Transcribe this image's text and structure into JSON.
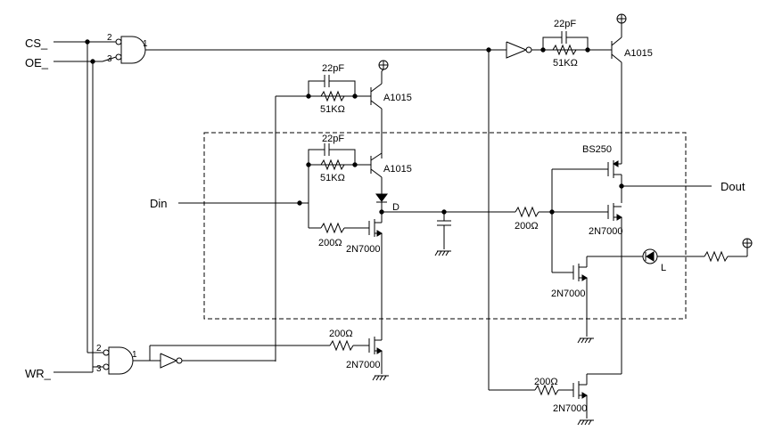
{
  "signals": {
    "cs": "CS_",
    "oe": "OE_",
    "wr": "WR_",
    "din": "Din",
    "dout": "Dout",
    "node_d": "D",
    "led": "L"
  },
  "gates": {
    "and_top": {
      "in1": "2",
      "in2": "3",
      "out": "1"
    },
    "and_bottom": {
      "in1": "2",
      "in2": "3",
      "out": "1"
    }
  },
  "components": {
    "cap_top_right": "22pF",
    "res_top_right": "51KΩ",
    "q_top_right": "A1015",
    "cap_upper": "22pF",
    "res_upper": "51KΩ",
    "q_upper": "A1015",
    "cap_mid": "22pF",
    "res_mid": "51KΩ",
    "q_mid": "A1015",
    "res_din": "200Ω",
    "q_din": "2N7000",
    "res_d_line": "200Ω",
    "q_bs250": "BS250",
    "q_out_lower": "2N7000",
    "q_led": "2N7000",
    "res_wr": "200Ω",
    "q_wr": "2N7000",
    "res_bottom": "200Ω",
    "q_bottom": "2N7000"
  }
}
